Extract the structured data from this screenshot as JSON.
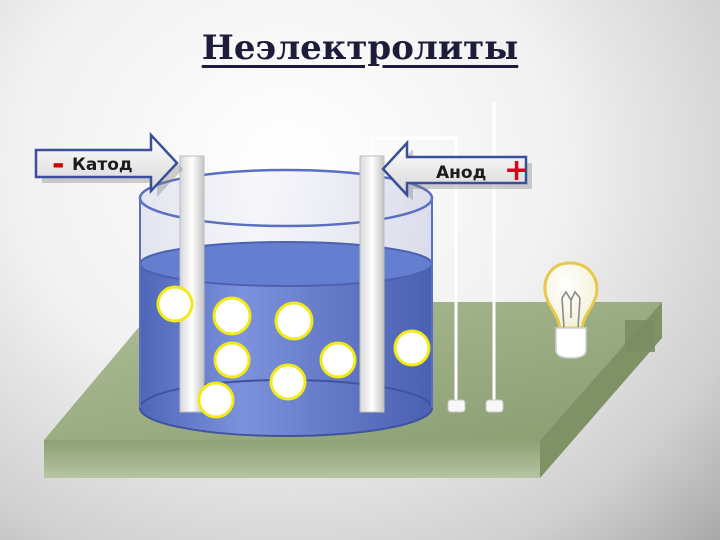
{
  "title": "Неэлектролиты",
  "labels": {
    "cathode": "Катод",
    "cathode_sign": "-",
    "anode": "Анод",
    "anode_sign": "+"
  },
  "colors": {
    "liquid": "#5f79cc",
    "particle_fill": "#ffffff",
    "particle_stroke": "#f0ea1a",
    "platform": "#95a87c",
    "minus": "#cc0000",
    "plus": "#e0001a"
  },
  "particle_count": 8,
  "bulb_lit": false
}
